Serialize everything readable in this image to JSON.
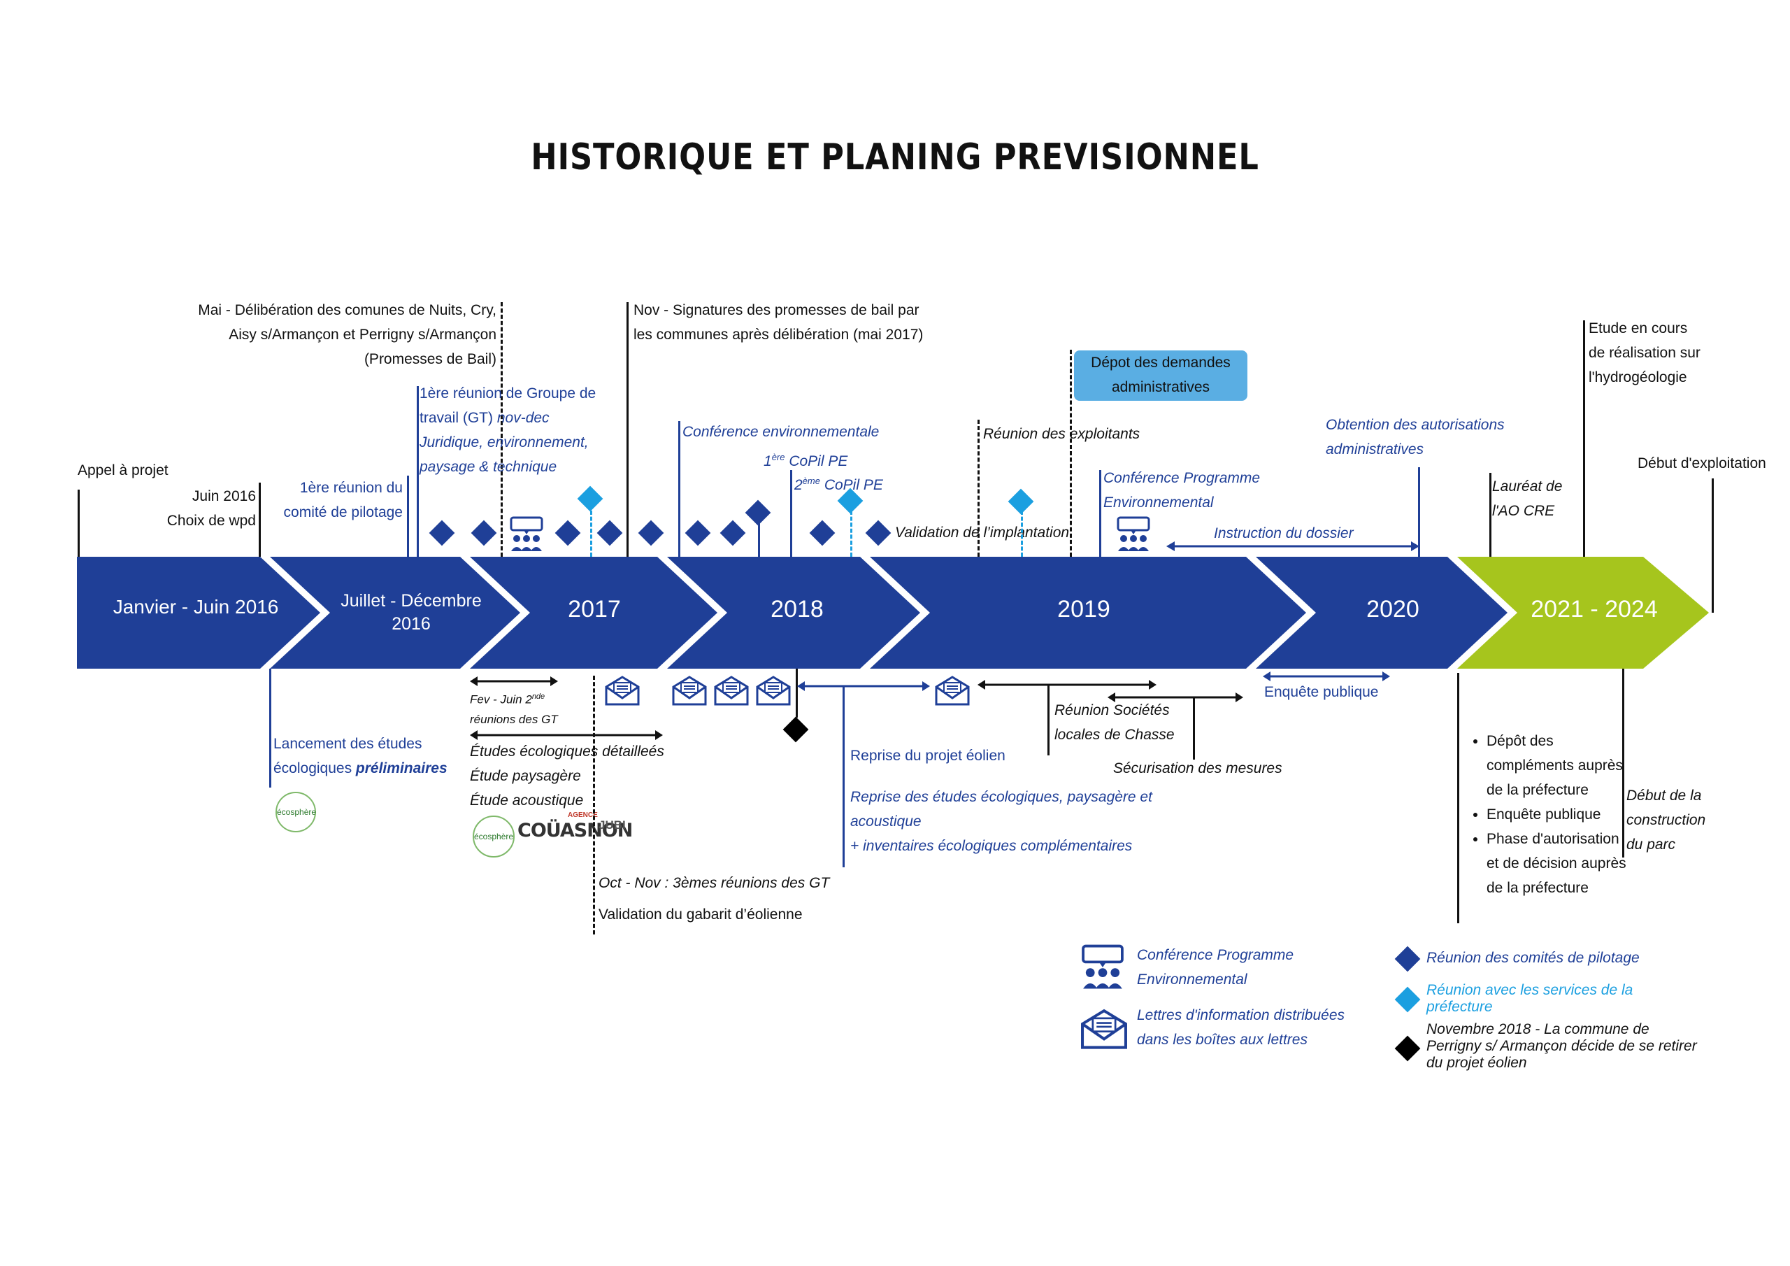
{
  "title": "HISTORIQUE ET PLANING PREVISIONNEL",
  "phases": [
    {
      "label": "Janvier - Juin 2016"
    },
    {
      "label": "Juillet - Décembre 2016"
    },
    {
      "label": "2017"
    },
    {
      "label": "2018"
    },
    {
      "label": "2019"
    },
    {
      "label": "2020"
    },
    {
      "label": "2021 - 2024"
    }
  ],
  "colors": {
    "dark_blue": "#1f3f97",
    "light_blue": "#1b9fe0",
    "green": "#a6c51d",
    "box": "#5aaee3"
  },
  "above": {
    "appel": "Appel à projet",
    "juin_l1": "Juin 2016",
    "juin_l2": "Choix de wpd",
    "copil1_l1": "1ère réunion du",
    "copil1_l2": "comité de pilotage",
    "mai_l1": "Mai - Délibération des comunes de Nuits, Cry,",
    "mai_l2": "Aisy s/Armançon et Perrigny s/Armançon",
    "mai_l3": "(Promesses de Bail)",
    "gt_l1": "1ère réunion de Groupe de",
    "gt_l2a": "travail (GT) ",
    "gt_l2b": "nov-dec",
    "gt_l3": "Juridique, environnement,",
    "gt_l4": "paysage & technique",
    "nov_l1": "Nov - Signatures des promesses de bail par",
    "nov_l2": "les communes après délibération (mai 2017)",
    "conf_env": "Conférence environnementale",
    "copil_1": "1ère CoPil PE",
    "copil_2": "2ème CoPil PE",
    "validation": "Validation de l’implantation",
    "reunion_exploitants": "Réunion des exploitants",
    "depot_l1": "Dépot des demandes",
    "depot_l2": "administratives",
    "cpe_l1": "Conférence Programme",
    "cpe_l2": "Environnemental",
    "instruction": "Instruction du dossier",
    "obtention_l1": "Obtention des autorisations",
    "obtention_l2": "administratives",
    "laureat_l1": "Lauréat de",
    "laureat_l2": "l'AO CRE",
    "etude_l1": "Etude en cours",
    "etude_l2": "de réalisation sur",
    "etude_l3": "l'hydrogéologie",
    "debut_exploitation": "Début d'exploitation"
  },
  "below": {
    "lancement_l1": "Lancement des études",
    "lancement_l2a": "écologiques ",
    "lancement_l2b": "préliminaires",
    "fev_l1": "Fev - Juin 2nde",
    "fev_l2": "réunions des GT",
    "etudes_l1": "Études écologiques détailleés",
    "etudes_l2": "Étude paysagère",
    "etudes_l3": "Étude acoustique",
    "oct": "Oct - Nov : 3èmes réunions des GT",
    "gabarit": "Validation du gabarit d’éolienne",
    "reprise": "Reprise du projet éolien",
    "reprise_etudes_l1": "Reprise des études écologiques, paysagère et",
    "reprise_etudes_l2": "acoustique",
    "reprise_etudes_l3": "+ inventaires écologiques complémentaires",
    "chasse_l1": "Réunion Sociétés",
    "chasse_l2": "locales de Chasse",
    "securisation": "Sécurisation des mesures",
    "enquete": "Enquête publique",
    "bullets": [
      "Dépôt des compléments auprès de la préfecture",
      "Enquête publique",
      "Phase d'autorisation et de décision auprès de la préfecture"
    ],
    "debut_constr_l1": "Début de la",
    "debut_constr_l2": "construction",
    "debut_constr_l3": "du parc"
  },
  "logos": {
    "ecosphere": "écosphère",
    "couasnon": "COÜASNON",
    "agence": "AGENCE",
    "jubi": "JUBI"
  },
  "legend": {
    "cpe_l1": "Conférence Programme",
    "cpe_l2": "Environnemental",
    "lettres_l1": "Lettres d'information distribuées",
    "lettres_l2": "dans les boîtes aux lettres",
    "copil": "Réunion des comités de pilotage",
    "prefecture_l1": "Réunion avec les services de la",
    "prefecture_l2": "préfecture",
    "nov_l1": "Novembre 2018 - La commune de",
    "nov_l2": "Perrigny s/ Armançon décide de se retirer",
    "nov_l3": "du projet éolien"
  }
}
